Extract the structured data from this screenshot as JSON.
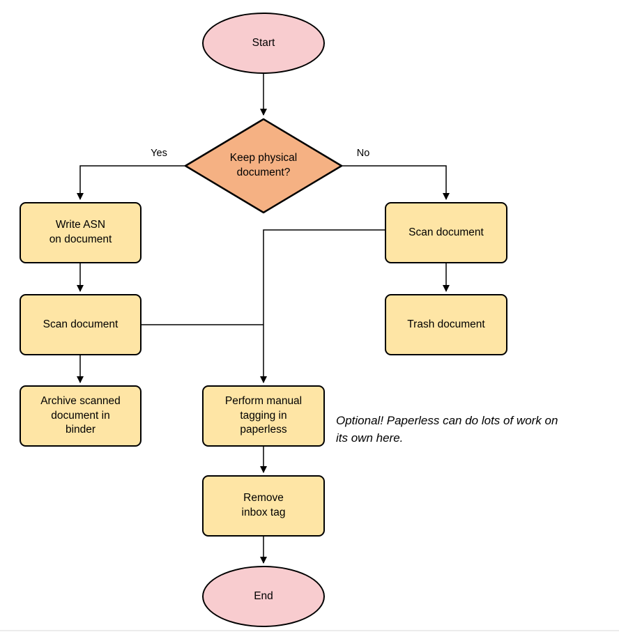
{
  "diagram": {
    "nodes": {
      "start": {
        "type": "terminator",
        "lines": [
          "Start"
        ]
      },
      "decision": {
        "type": "decision",
        "lines": [
          "Keep physical",
          "document?"
        ]
      },
      "write_asn": {
        "type": "process",
        "lines": [
          "Write ASN",
          "on document"
        ]
      },
      "scan_left": {
        "type": "process",
        "lines": [
          "Scan document"
        ]
      },
      "archive": {
        "type": "process",
        "lines": [
          "Archive scanned",
          "document in",
          "binder"
        ]
      },
      "scan_right": {
        "type": "process",
        "lines": [
          "Scan document"
        ]
      },
      "trash": {
        "type": "process",
        "lines": [
          "Trash document"
        ]
      },
      "tagging": {
        "type": "process",
        "lines": [
          "Perform manual",
          "tagging in",
          "paperless"
        ]
      },
      "remove_inbox": {
        "type": "process",
        "lines": [
          "Remove",
          "inbox tag"
        ]
      },
      "end": {
        "type": "terminator",
        "lines": [
          "End"
        ]
      }
    },
    "edge_labels": {
      "yes": "Yes",
      "no": "No"
    },
    "note": {
      "lines": [
        "Optional! Paperless can do lots of work on",
        "its own here."
      ]
    },
    "colors": {
      "terminator_fill": "#F8CCCF",
      "decision_fill": "#F5B183",
      "process_fill": "#FEE5A5",
      "stroke": "#000000"
    }
  }
}
